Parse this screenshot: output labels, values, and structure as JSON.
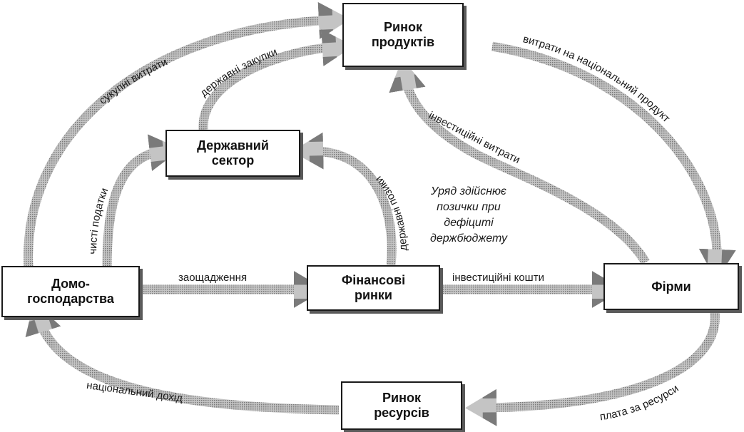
{
  "boxes": {
    "product_market": {
      "line1": "Ринок",
      "line2": "продуктів"
    },
    "government": {
      "line1": "Державний",
      "line2": "сектор"
    },
    "households": {
      "line1": "Домо-",
      "line2": "господарства"
    },
    "financial_markets": {
      "line1": "Фінансові",
      "line2": "ринки"
    },
    "firms": {
      "line1": "Фірми"
    },
    "resource_market": {
      "line1": "Ринок",
      "line2": "ресурсів"
    }
  },
  "flows": {
    "aggregate_spending": "сукупні витрати",
    "government_purchases": "державні закупки",
    "national_product_spending": "витрати на національний продукт",
    "investment_spending": "інвестиційні витрати",
    "net_taxes": "чисті податки",
    "government_borrowing": "державні позики",
    "savings": "заощадження",
    "investment_funds": "інвестиційні кошти",
    "resource_payments": "плата за ресурси",
    "national_income": "національний дохід"
  },
  "note": {
    "line1": "Уряд здійснює",
    "line2": "позички при",
    "line3": "дефіциті",
    "line4": "держбюджету"
  },
  "colors": {
    "arrow": "#a9a9a9",
    "box_border": "#1a1a1a",
    "text": "#1a1a1a"
  }
}
